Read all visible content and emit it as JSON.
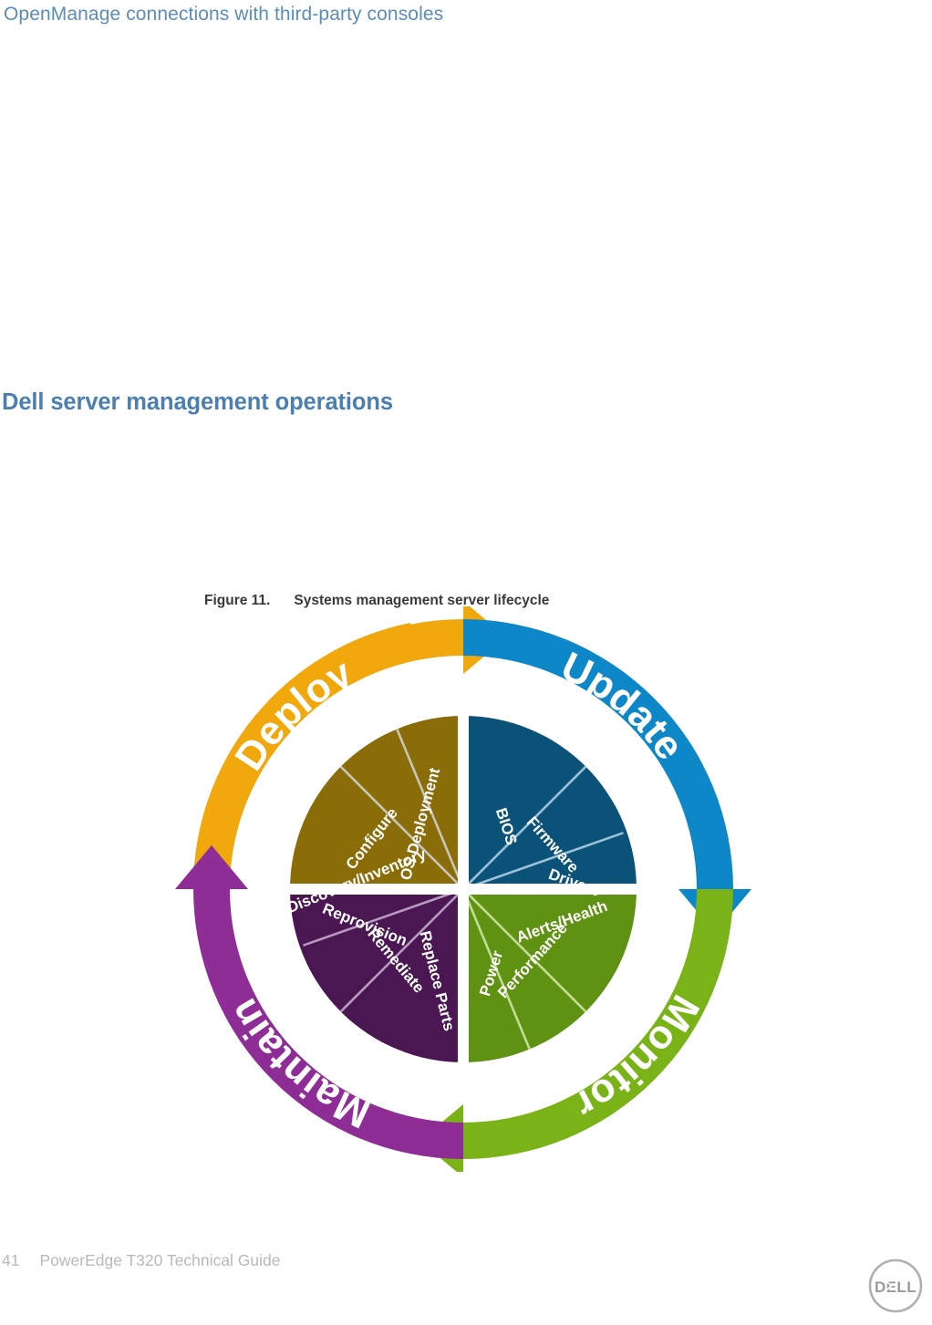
{
  "document": {
    "running_header": "OpenManage connections with third-party consoles",
    "section_heading": "Dell server management operations",
    "header_color": "#5b8db8",
    "heading_color": "#4a7fb0"
  },
  "figure": {
    "number_label": "Figure 11.",
    "title": "Systems management server lifecycle",
    "caption_color": "#3a3a3a"
  },
  "chart_data": {
    "type": "pie",
    "title": "Systems management server lifecycle",
    "legend": "none",
    "grid": false,
    "quadrants": [
      {
        "name": "Deploy",
        "ring_color": "#f0a80c",
        "wedge_color": "#8a6d08",
        "arrow": "clockwise",
        "values": [
          1,
          1,
          1
        ],
        "steps": [
          "OS Deployment",
          "Configure",
          "Discovery/Inventory"
        ]
      },
      {
        "name": "Update",
        "ring_color": "#0d87c8",
        "wedge_color": "#0b5278",
        "arrow": "clockwise",
        "values": [
          1,
          1,
          1
        ],
        "steps": [
          "BIOS",
          "Firmware",
          "Drivers"
        ]
      },
      {
        "name": "Monitor",
        "ring_color": "#7ab317",
        "wedge_color": "#5f9213",
        "arrow": "clockwise",
        "values": [
          1,
          1,
          1
        ],
        "steps": [
          "Alerts/Health",
          "Performance",
          "Power"
        ]
      },
      {
        "name": "Maintain",
        "ring_color": "#8e2d95",
        "wedge_color": "#4a1752",
        "arrow": "clockwise",
        "values": [
          1,
          1,
          1
        ],
        "steps": [
          "Reprovision",
          "Remediate",
          "Replace Parts"
        ]
      }
    ]
  },
  "footer": {
    "page_number": "41",
    "guide_title": "PowerEdge T320 Technical Guide",
    "logo_text": "DELL",
    "color": "#b9b9b9"
  }
}
